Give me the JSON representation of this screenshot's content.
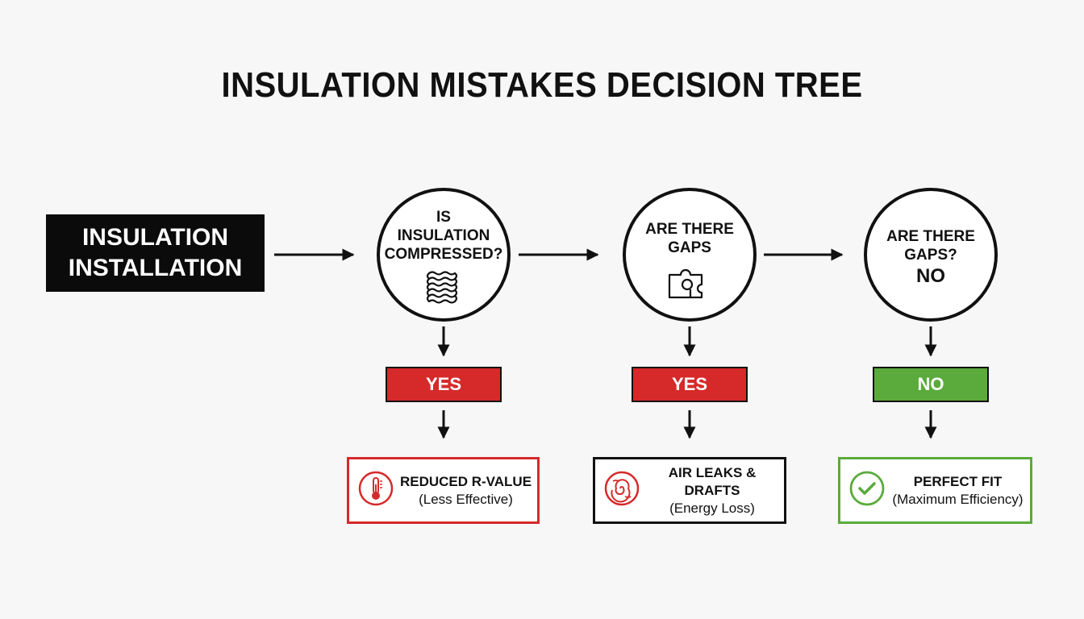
{
  "title": "INSULATION MISTAKES DECISION TREE",
  "start": {
    "line1": "INSULATION",
    "line2": "INSTALLATION"
  },
  "questions": [
    {
      "lines": [
        "IS",
        "INSULATION",
        "COMPRESSED?"
      ],
      "extra": "",
      "icon": "insulation-layers-icon"
    },
    {
      "lines": [
        "ARE THERE",
        "GAPS"
      ],
      "extra": "",
      "icon": "puzzle-piece-icon"
    },
    {
      "lines": [
        "ARE THERE",
        "GAPS?"
      ],
      "extra": "NO",
      "icon": ""
    }
  ],
  "answers": [
    {
      "label": "YES",
      "color": "#d62a2a"
    },
    {
      "label": "YES",
      "color": "#d62a2a"
    },
    {
      "label": "NO",
      "color": "#5aab3b"
    }
  ],
  "outcomes": [
    {
      "line1": "REDUCED R-VALUE",
      "line2": "(Less Effective)",
      "border_color": "#d62a2a",
      "icon": "thermometer-icon"
    },
    {
      "line1": "AIR LEAKS & DRAFTS",
      "line2": "(Energy Loss)",
      "border_color": "#111111",
      "icon": "swirl-draft-icon"
    },
    {
      "line1": "PERFECT FIT",
      "line2": "(Maximum Efficiency)",
      "border_color": "#5aab3b",
      "icon": "checkmark-icon"
    }
  ]
}
